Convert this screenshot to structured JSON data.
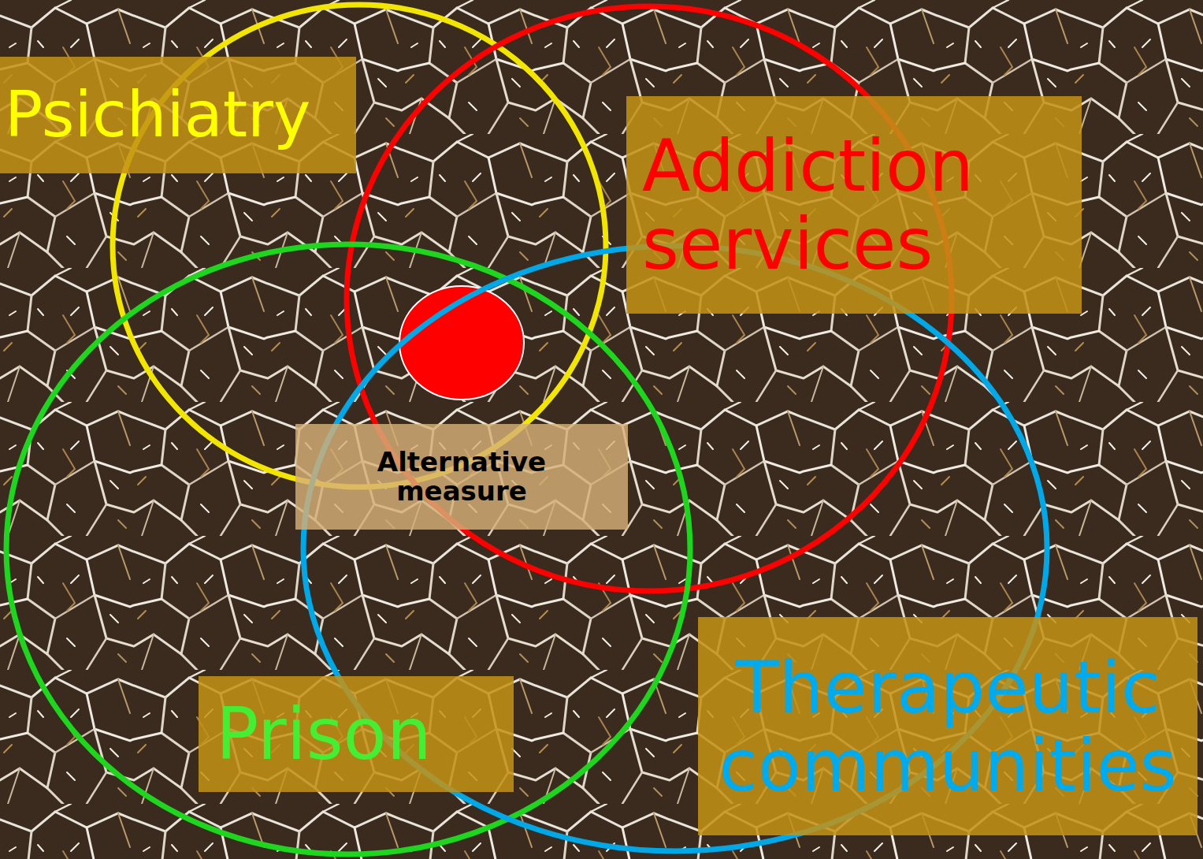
{
  "diagram": {
    "nodes": [
      {
        "text": [
          "Psichiatry"
        ]
      },
      {
        "text": [
          "Addiction services"
        ]
      },
      {
        "text": [
          "Alternative measure"
        ]
      },
      {
        "text": [
          "Prison"
        ]
      },
      {
        "text": [
          "Therapeutic communities"
        ]
      }
    ]
  }
}
